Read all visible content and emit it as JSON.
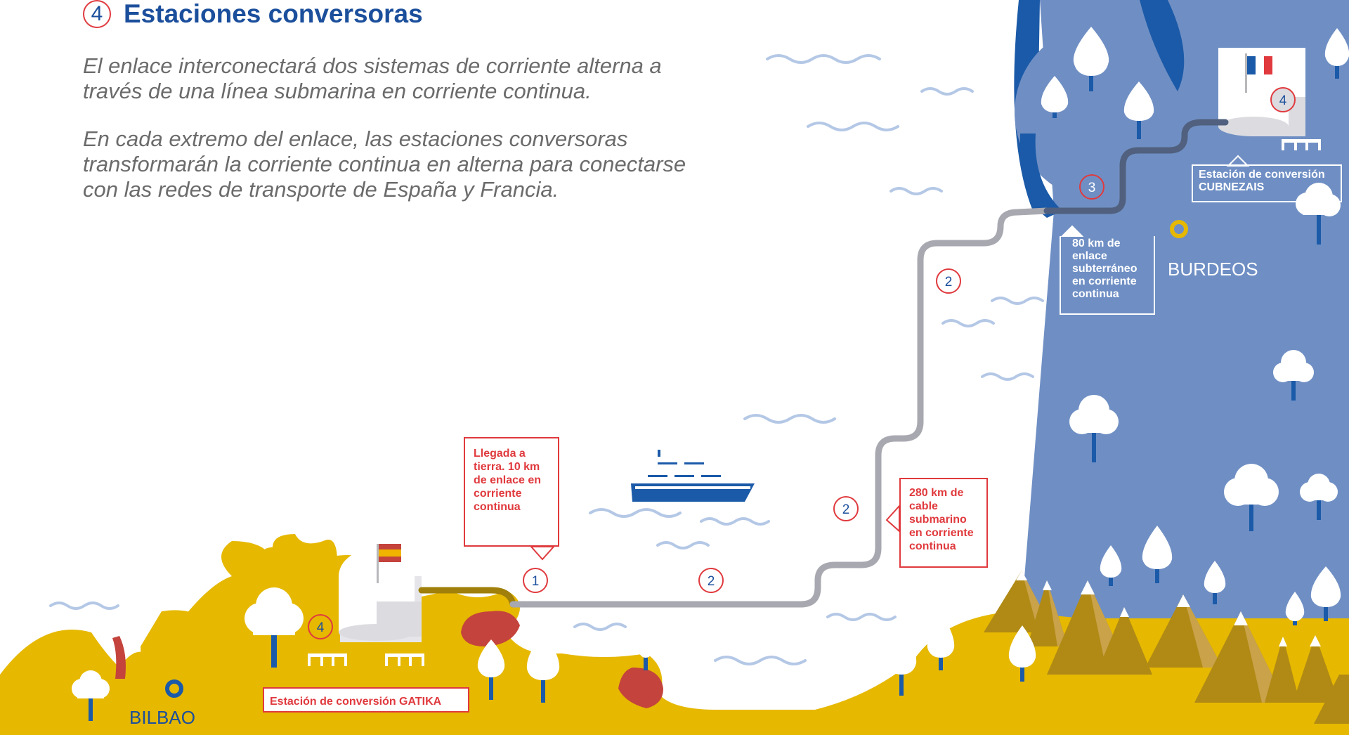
{
  "header": {
    "section_number": "4",
    "title": "Estaciones conversoras",
    "paragraph_1": "El enlace interconectará dos sistemas de corriente alterna a través de una línea submarina en corriente continua.",
    "paragraph_2": "En cada extremo del enlace, las estaciones conversoras transformarán la corriente continua en alterna para conectarse con las redes de transporte de España y Francia."
  },
  "callouts": {
    "landfall": "Llegada a tierra. 10 km de enlace en corriente continua",
    "submarine": "280 km de cable submarino en corriente continua",
    "underground": "80 km de enlace subterráneo en corriente continua",
    "station_cubnezais": "Estación de conversión CUBNEZAIS",
    "station_gatika": "Estación de conversión GATIKA"
  },
  "markers": {
    "m1": "1",
    "m2a": "2",
    "m2b": "2",
    "m2c": "2",
    "m3": "3",
    "m4_france": "4",
    "m4_spain": "4"
  },
  "cities": {
    "bilbao": "BILBAO",
    "burdeos": "BURDEOS"
  },
  "colors": {
    "accent_red": "#e03a3e",
    "brand_blue": "#1b4f9c",
    "france_blue": "#6f8fc4",
    "land_yellow": "#e6b800",
    "cable_grey": "#a8a8b0"
  }
}
